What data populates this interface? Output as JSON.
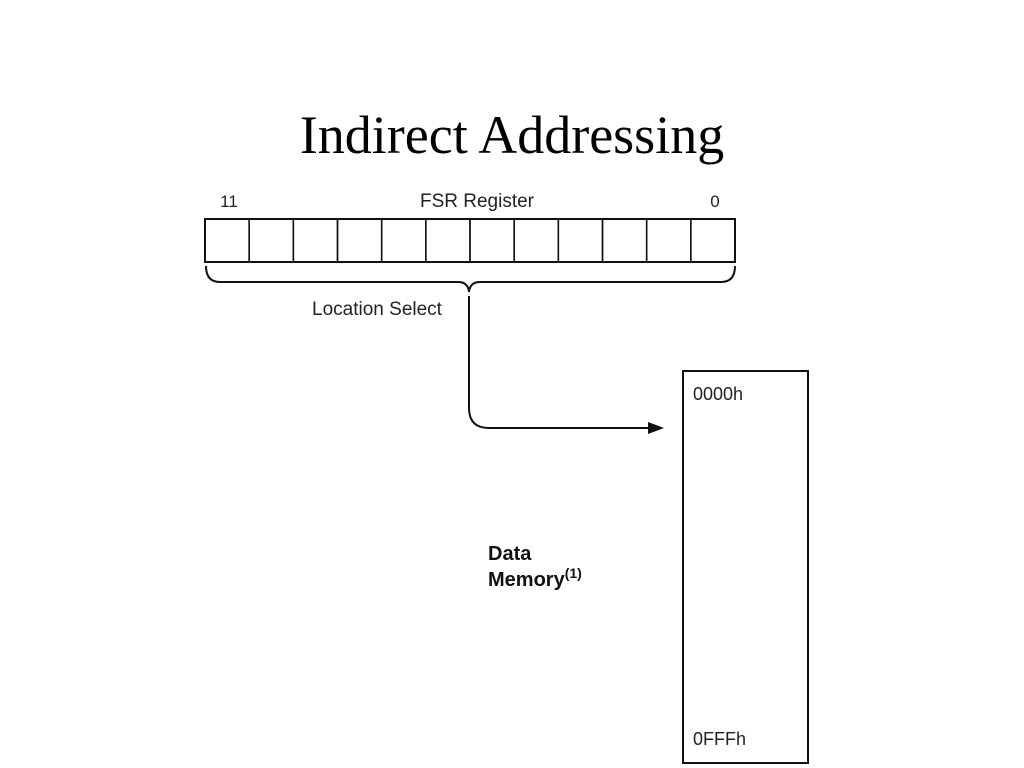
{
  "title": "Indirect Addressing",
  "register": {
    "name": "FSR Register",
    "msb_label": "11",
    "lsb_label": "0",
    "bit_count": 12
  },
  "brace_label": "Location Select",
  "memory": {
    "name_line1": "Data",
    "name_line2": "Memory",
    "footnote_mark": "(1)",
    "start_address": "0000h",
    "end_address": "0FFFh"
  }
}
